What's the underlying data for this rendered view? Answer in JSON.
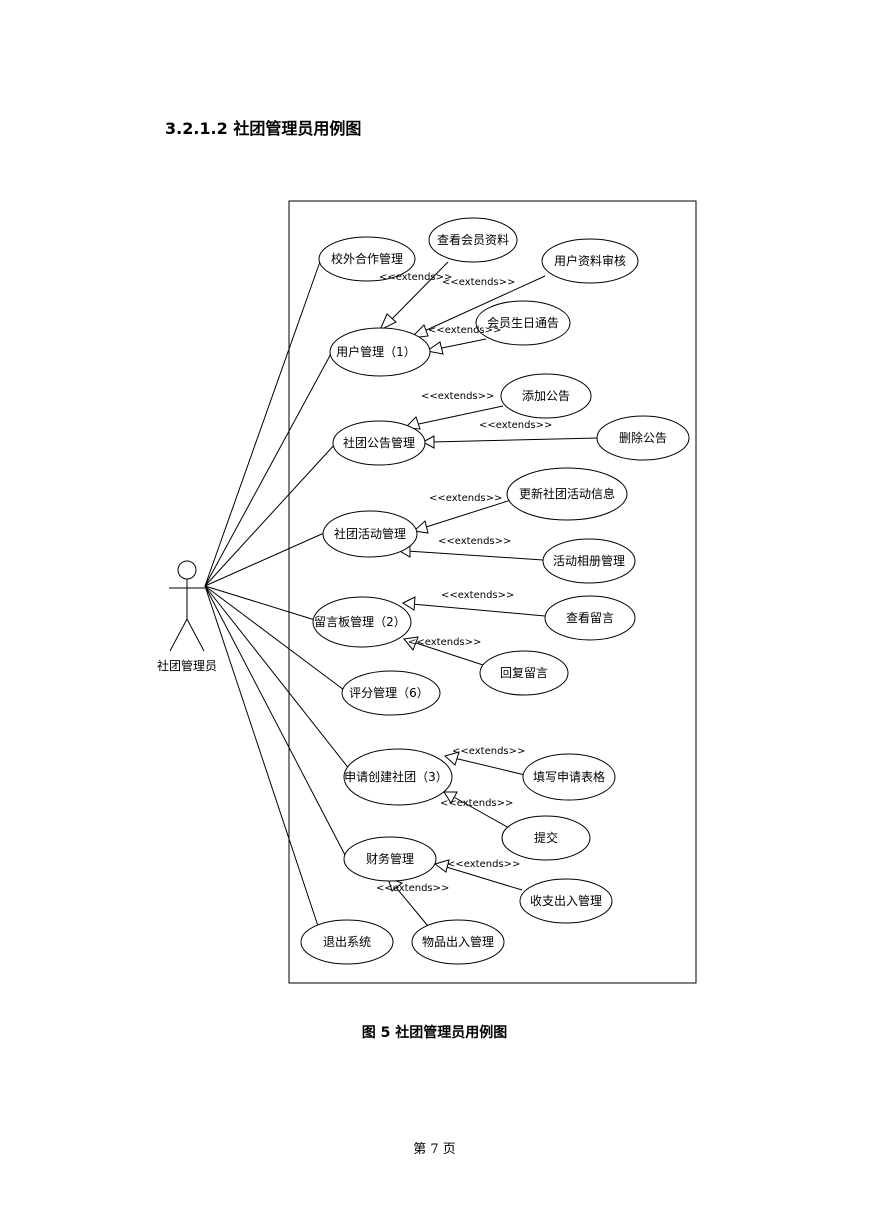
{
  "heading": "3.2.1.2  社团管理员用例图",
  "actor": "社团管理员",
  "extends_label": "<<extends>>",
  "use_cases": {
    "xiaowai": "校外合作管理",
    "yonghu": "用户管理（1）",
    "chakan_huiyuan": "查看会员资料",
    "yonghu_shenhe": "用户资料审核",
    "shengri": "会员生日通告",
    "gonggao": "社团公告管理",
    "tianjia": "添加公告",
    "shanchu": "删除公告",
    "huodong": "社团活动管理",
    "gengxin": "更新社团活动信息",
    "xiangce": "活动相册管理",
    "liuyan": "留言板管理（2）",
    "chakan_liuyan": "查看留言",
    "huifu": "回复留言",
    "pingfen": "评分管理（6）",
    "shenqing": "申请创建社团（3）",
    "tianxie": "填写申请表格",
    "tijiao": "提交",
    "caiwu": "财务管理",
    "shouzhi": "收支出入管理",
    "wupin": "物品出入管理",
    "tuichu": "退出系统"
  },
  "caption": "图 5   社团管理员用例图",
  "footer": "第 7 页"
}
